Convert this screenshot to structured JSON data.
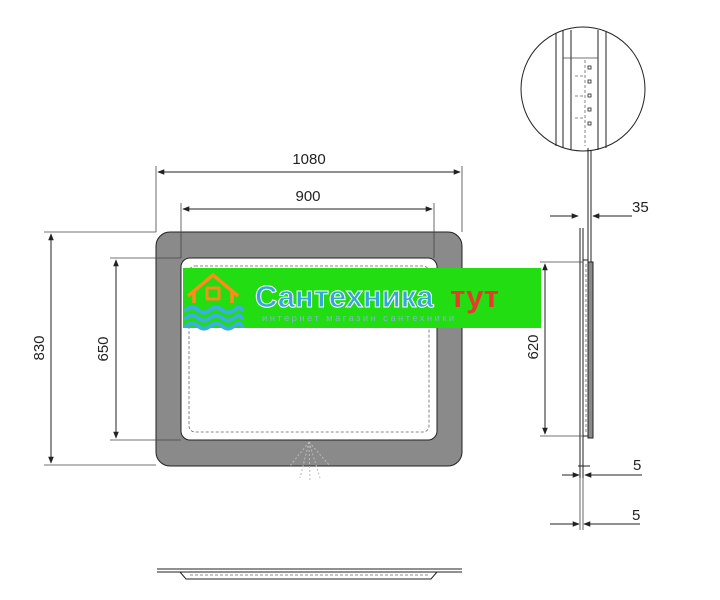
{
  "dimensions": {
    "outer_width": "1080",
    "inner_width": "900",
    "outer_height": "830",
    "inner_height": "650",
    "side_height": "620",
    "depth": "35",
    "gap_top": "5",
    "gap_bottom": "5"
  },
  "watermark": {
    "brand_part1": "Сантехника",
    "brand_part2": "тут",
    "tagline": "интернет магазин сантехники",
    "colors": {
      "banner": "#22dd11",
      "brand_text": "#33a8d8",
      "brand_accent": "#e83a2a",
      "logo_house": "#ff8c1a",
      "logo_waves": "#3ab0e0"
    }
  },
  "colors": {
    "frame": "#8a8a8a",
    "line": "#222222"
  }
}
